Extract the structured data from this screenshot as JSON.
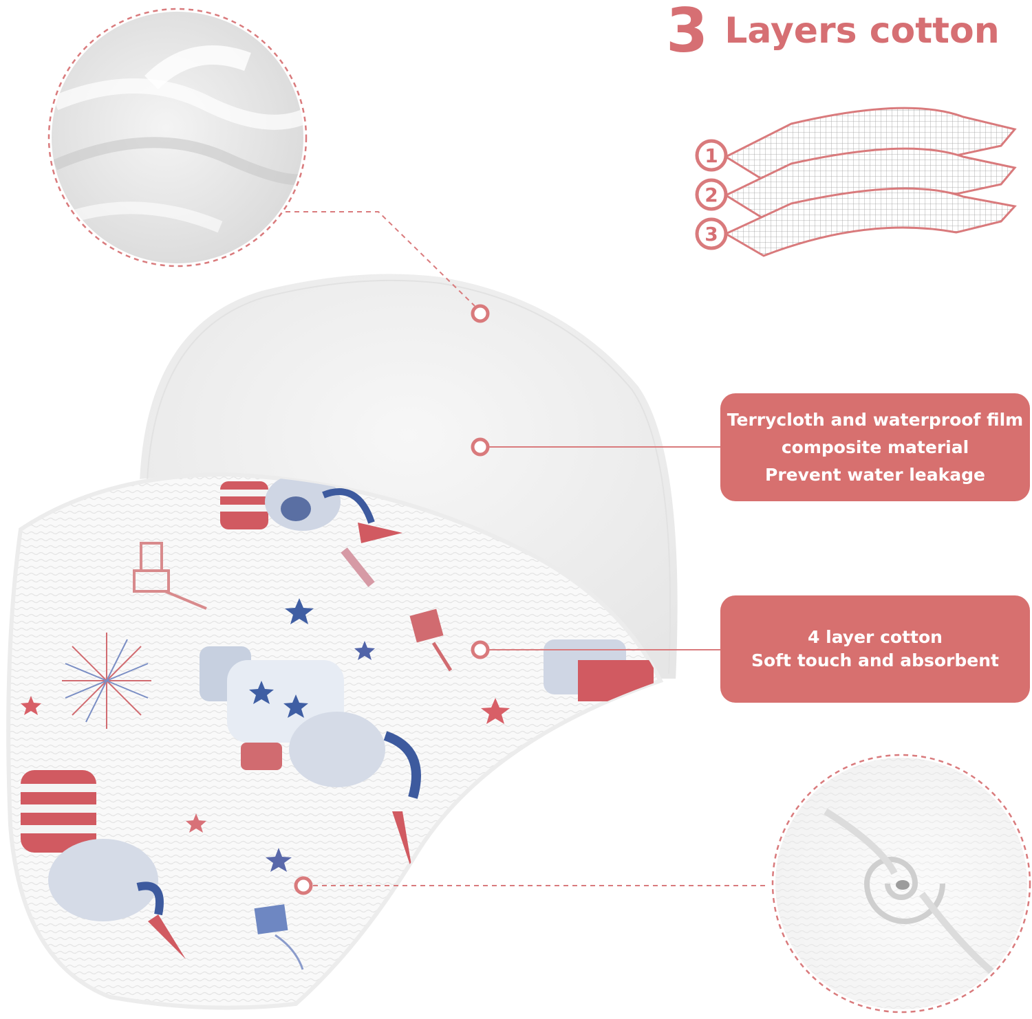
{
  "header": {
    "number": "3",
    "text": "Layers cotton"
  },
  "layers": {
    "badges": [
      "1",
      "2",
      "3"
    ]
  },
  "callouts": [
    {
      "lines": [
        "Terrycloth and waterproof film",
        "composite material",
        "Prevent water leakage"
      ]
    },
    {
      "lines": [
        "4 layer cotton",
        "Soft touch and absorbent"
      ]
    }
  ],
  "colors": {
    "accent": "#d7706f",
    "line": "#d97a7c",
    "white": "#ffffff",
    "terry": "#f1f1f1",
    "muslin": "#f8f8f8"
  }
}
